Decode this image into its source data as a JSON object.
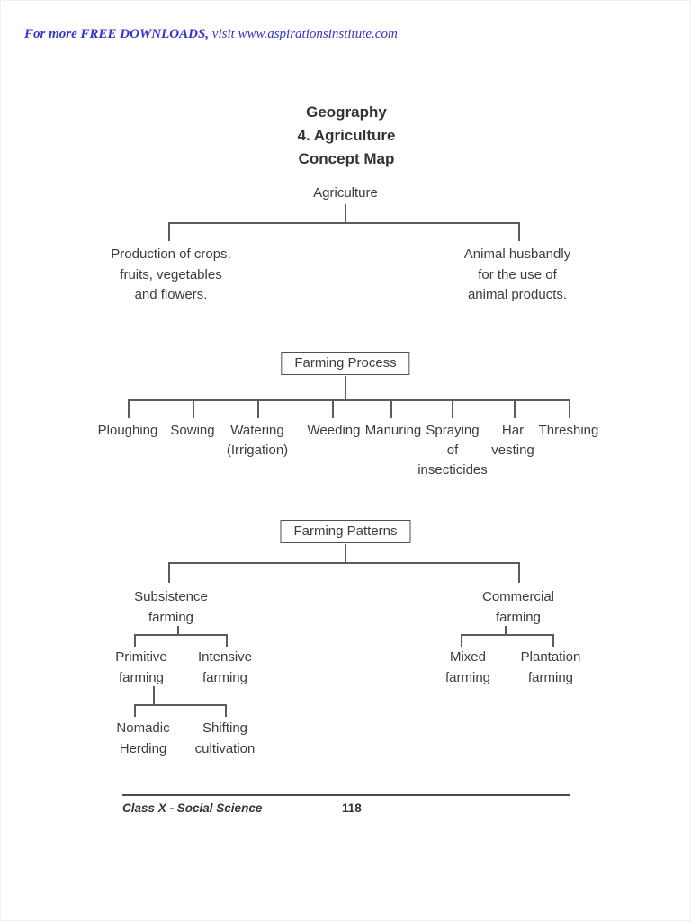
{
  "header": {
    "link_bold": "For more FREE DOWNLOADS,",
    "link_rest": " visit www.aspirationsinstitute.com"
  },
  "title": {
    "line1": "Geography",
    "line2": "4. Agriculture",
    "line3": "Concept Map"
  },
  "agriculture_tree": {
    "root_label": "Agriculture",
    "left_branch": {
      "line1": "Production of crops,",
      "line2": "fruits, vegetables",
      "line3": "and flowers."
    },
    "right_branch": {
      "line1": "Animal husbandly",
      "line2": "for the use of",
      "line3": "animal products."
    }
  },
  "farming_process": {
    "box_label": "Farming Process",
    "items": [
      {
        "line1": "Ploughing"
      },
      {
        "line1": "Sowing"
      },
      {
        "line1": "Watering",
        "line2": "(Irrigation)"
      },
      {
        "line1": "Weeding"
      },
      {
        "line1": "Manuring"
      },
      {
        "line1": "Spraying",
        "line2": "of",
        "line3": "insecticides"
      },
      {
        "line1": "Har",
        "line2": "vesting"
      },
      {
        "line1": "Threshing"
      }
    ]
  },
  "farming_patterns": {
    "box_label": "Farming Patterns",
    "subsistence": {
      "line1": "Subsistence",
      "line2": "farming"
    },
    "commercial": {
      "line1": "Commercial",
      "line2": "farming"
    },
    "primitive": {
      "line1": "Primitive",
      "line2": "farming"
    },
    "intensive": {
      "line1": "Intensive",
      "line2": "farming"
    },
    "mixed": {
      "line1": "Mixed",
      "line2": "farming"
    },
    "plantation": {
      "line1": "Plantation",
      "line2": "farming"
    },
    "nomadic": {
      "line1": "Nomadic",
      "line2": "Herding"
    },
    "shifting": {
      "line1": "Shifting",
      "line2": "cultivation"
    }
  },
  "footer": {
    "left_text": "Class X - Social Science",
    "page_number": "118"
  },
  "colors": {
    "link_blue": "#3533cc",
    "text": "#3c3c3c",
    "line": "#5c5c5c"
  }
}
